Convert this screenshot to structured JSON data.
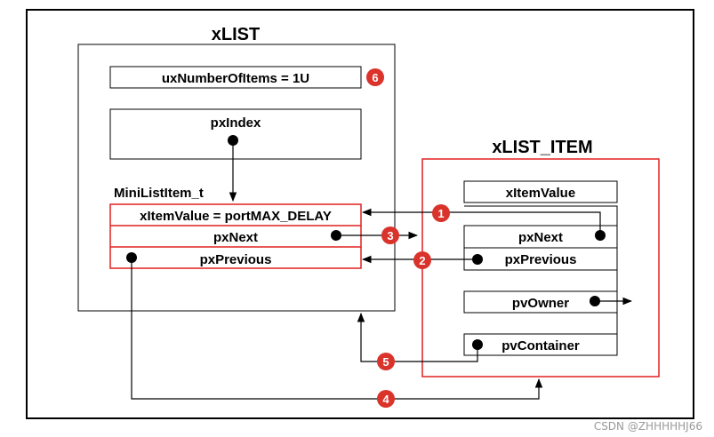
{
  "xlist": {
    "title": "xLIST",
    "item_count_label": "uxNumberOfItems = 1U",
    "index_label": "pxIndex",
    "mini_list_title": "MiniListItem_t",
    "mini_item_value": "xItemValue = portMAX_DELAY",
    "mini_next": "pxNext",
    "mini_previous": "pxPrevious"
  },
  "xlist_item": {
    "title": "xLIST_ITEM",
    "item_value": "xItemValue",
    "next": "pxNext",
    "previous": "pxPrevious",
    "owner": "pvOwner",
    "container": "pvContainer"
  },
  "badges": {
    "b1": "1",
    "b2": "2",
    "b3": "3",
    "b4": "4",
    "b5": "5",
    "b6": "6"
  },
  "watermark": "CSDN @ZHHHHHJ66",
  "colors": {
    "highlight": "#e02020",
    "badge_fill": "#d9332b",
    "line": "#000000"
  }
}
